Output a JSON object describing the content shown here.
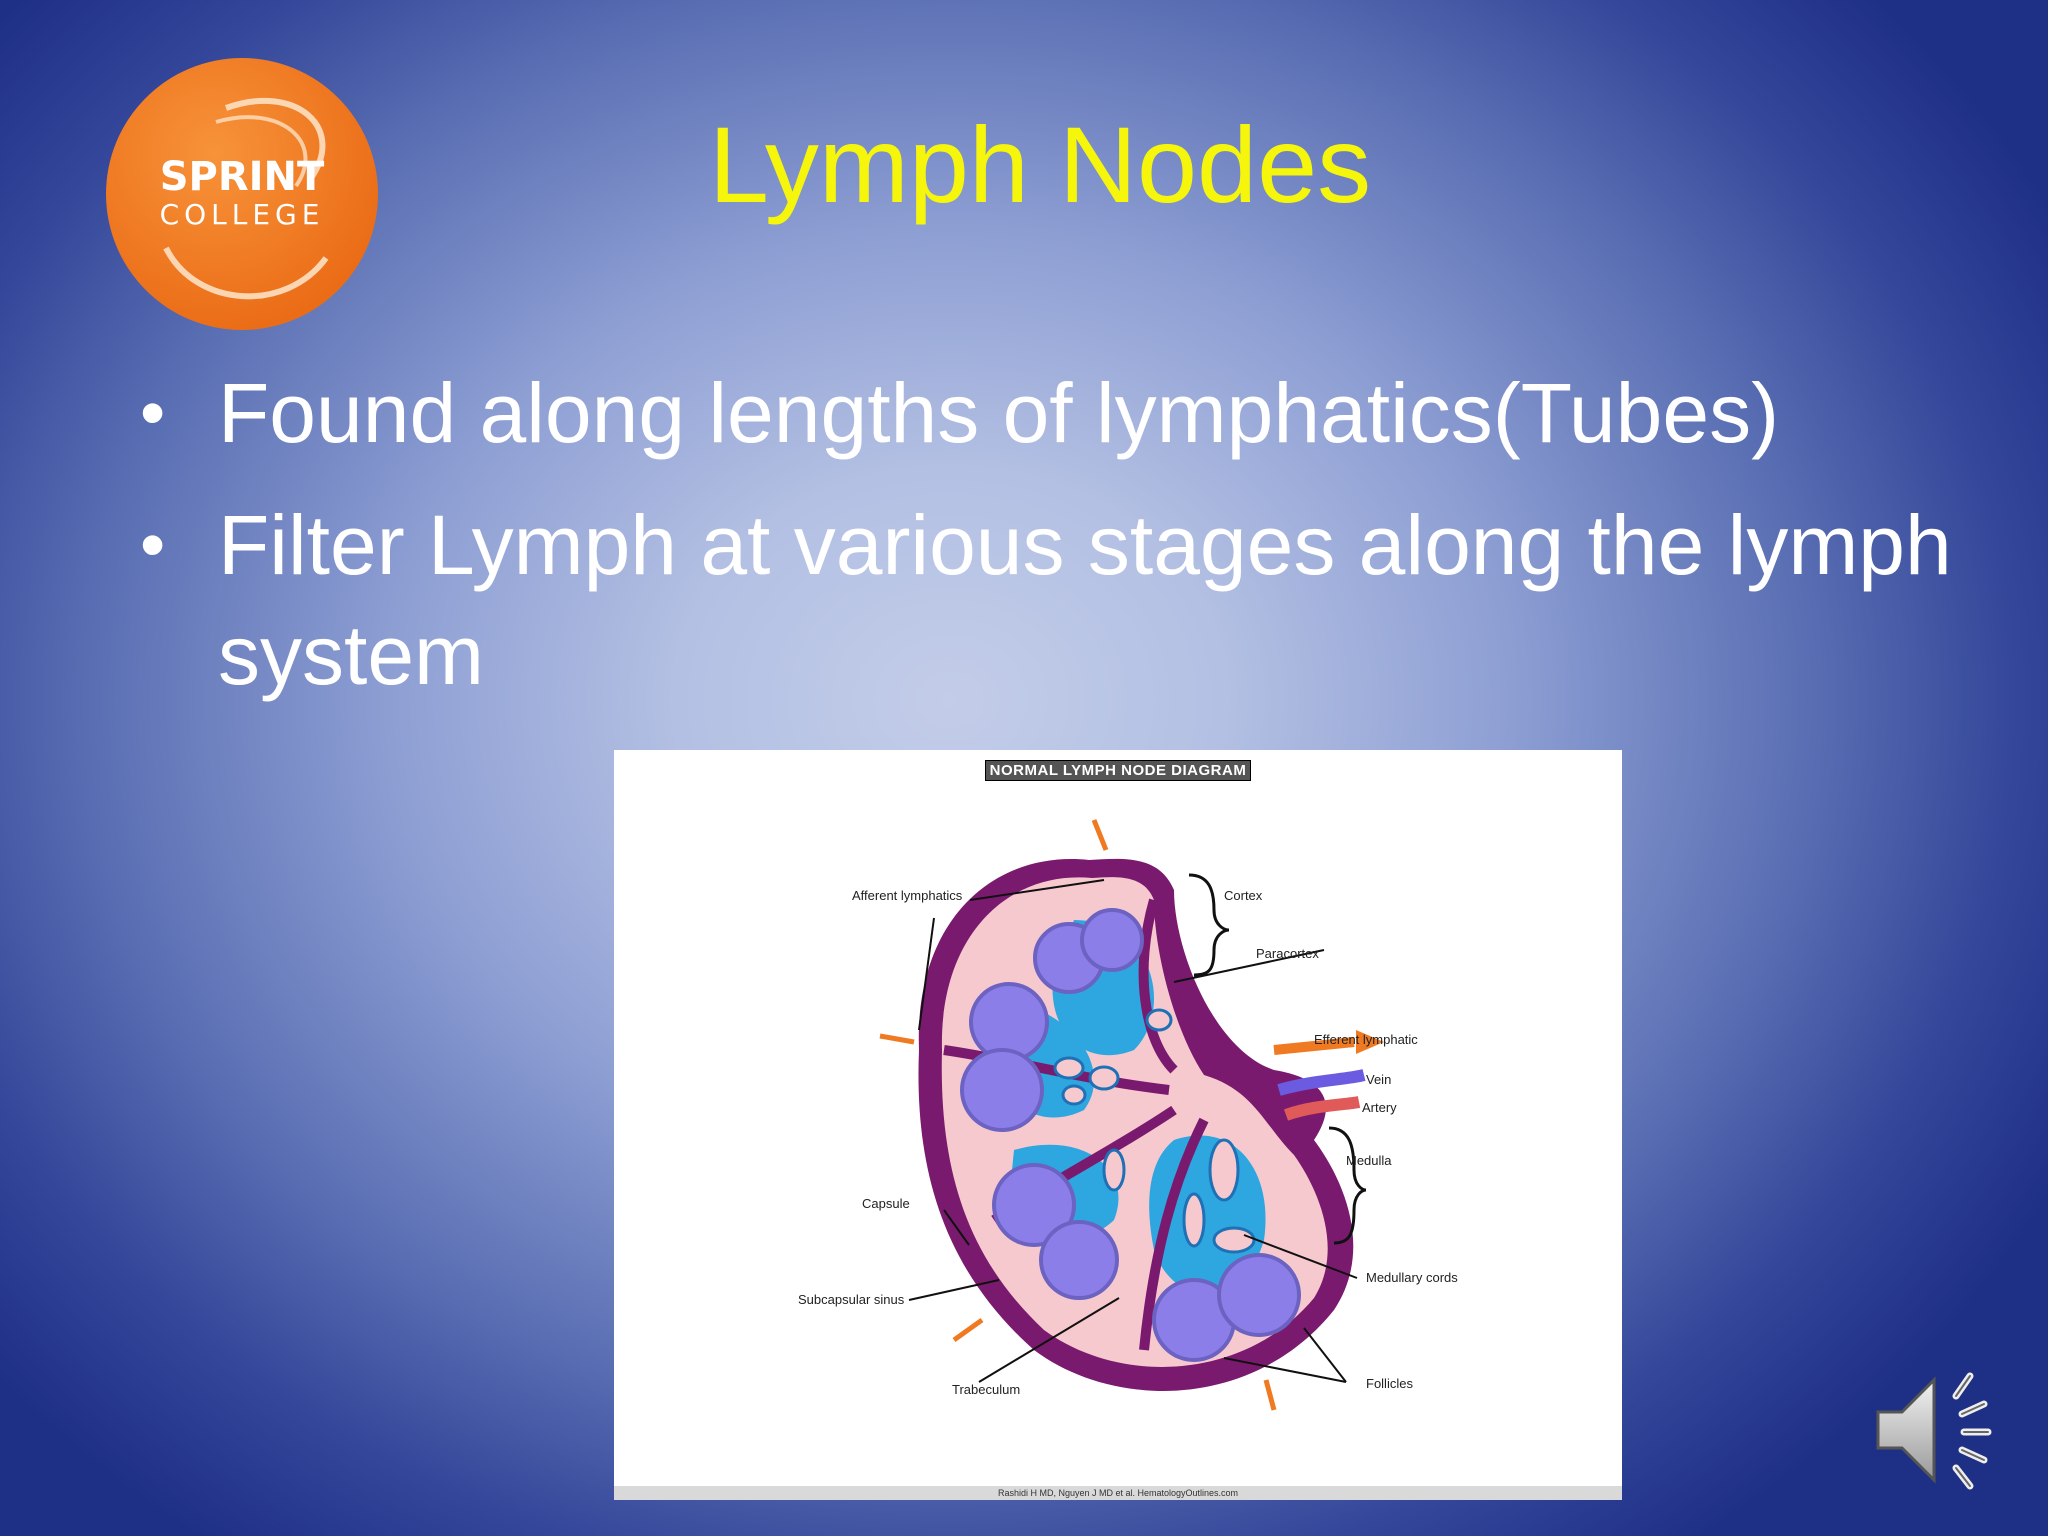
{
  "slide": {
    "title": "Lymph Nodes",
    "bullets": [
      "Found along lengths of lymphatics(Tubes)",
      "Filter Lymph at various stages along the lymph system"
    ],
    "bullet_char": "•"
  },
  "logo": {
    "line1": "SPRINT",
    "line2": "COLLEGE",
    "color": "#f07a22"
  },
  "diagram": {
    "caption": "NORMAL LYMPH NODE DIAGRAM",
    "credit": "Rashidi H MD, Nguyen J MD et al. HematologyOutlines.com",
    "labels": {
      "afferent": "Afferent lymphatics",
      "cortex": "Cortex",
      "paracortex": "Paracortex",
      "efferent": "Efferent lymphatic",
      "vein": "Vein",
      "artery": "Artery",
      "medulla": "Medulla",
      "capsule": "Capsule",
      "subcapsular": "Subcapsular sinus",
      "medullary_cords": "Medullary cords",
      "trabeculum": "Trabeculum",
      "follicles": "Follicles"
    }
  },
  "audio": {
    "icon": "speaker-icon"
  },
  "colors": {
    "title": "#f6f60c",
    "text": "#ffffff",
    "capsule": "#7a1a6e",
    "sinus": "#f6c9cf",
    "paracortex": "#2ea6df",
    "follicle": "#8c7ee8"
  }
}
